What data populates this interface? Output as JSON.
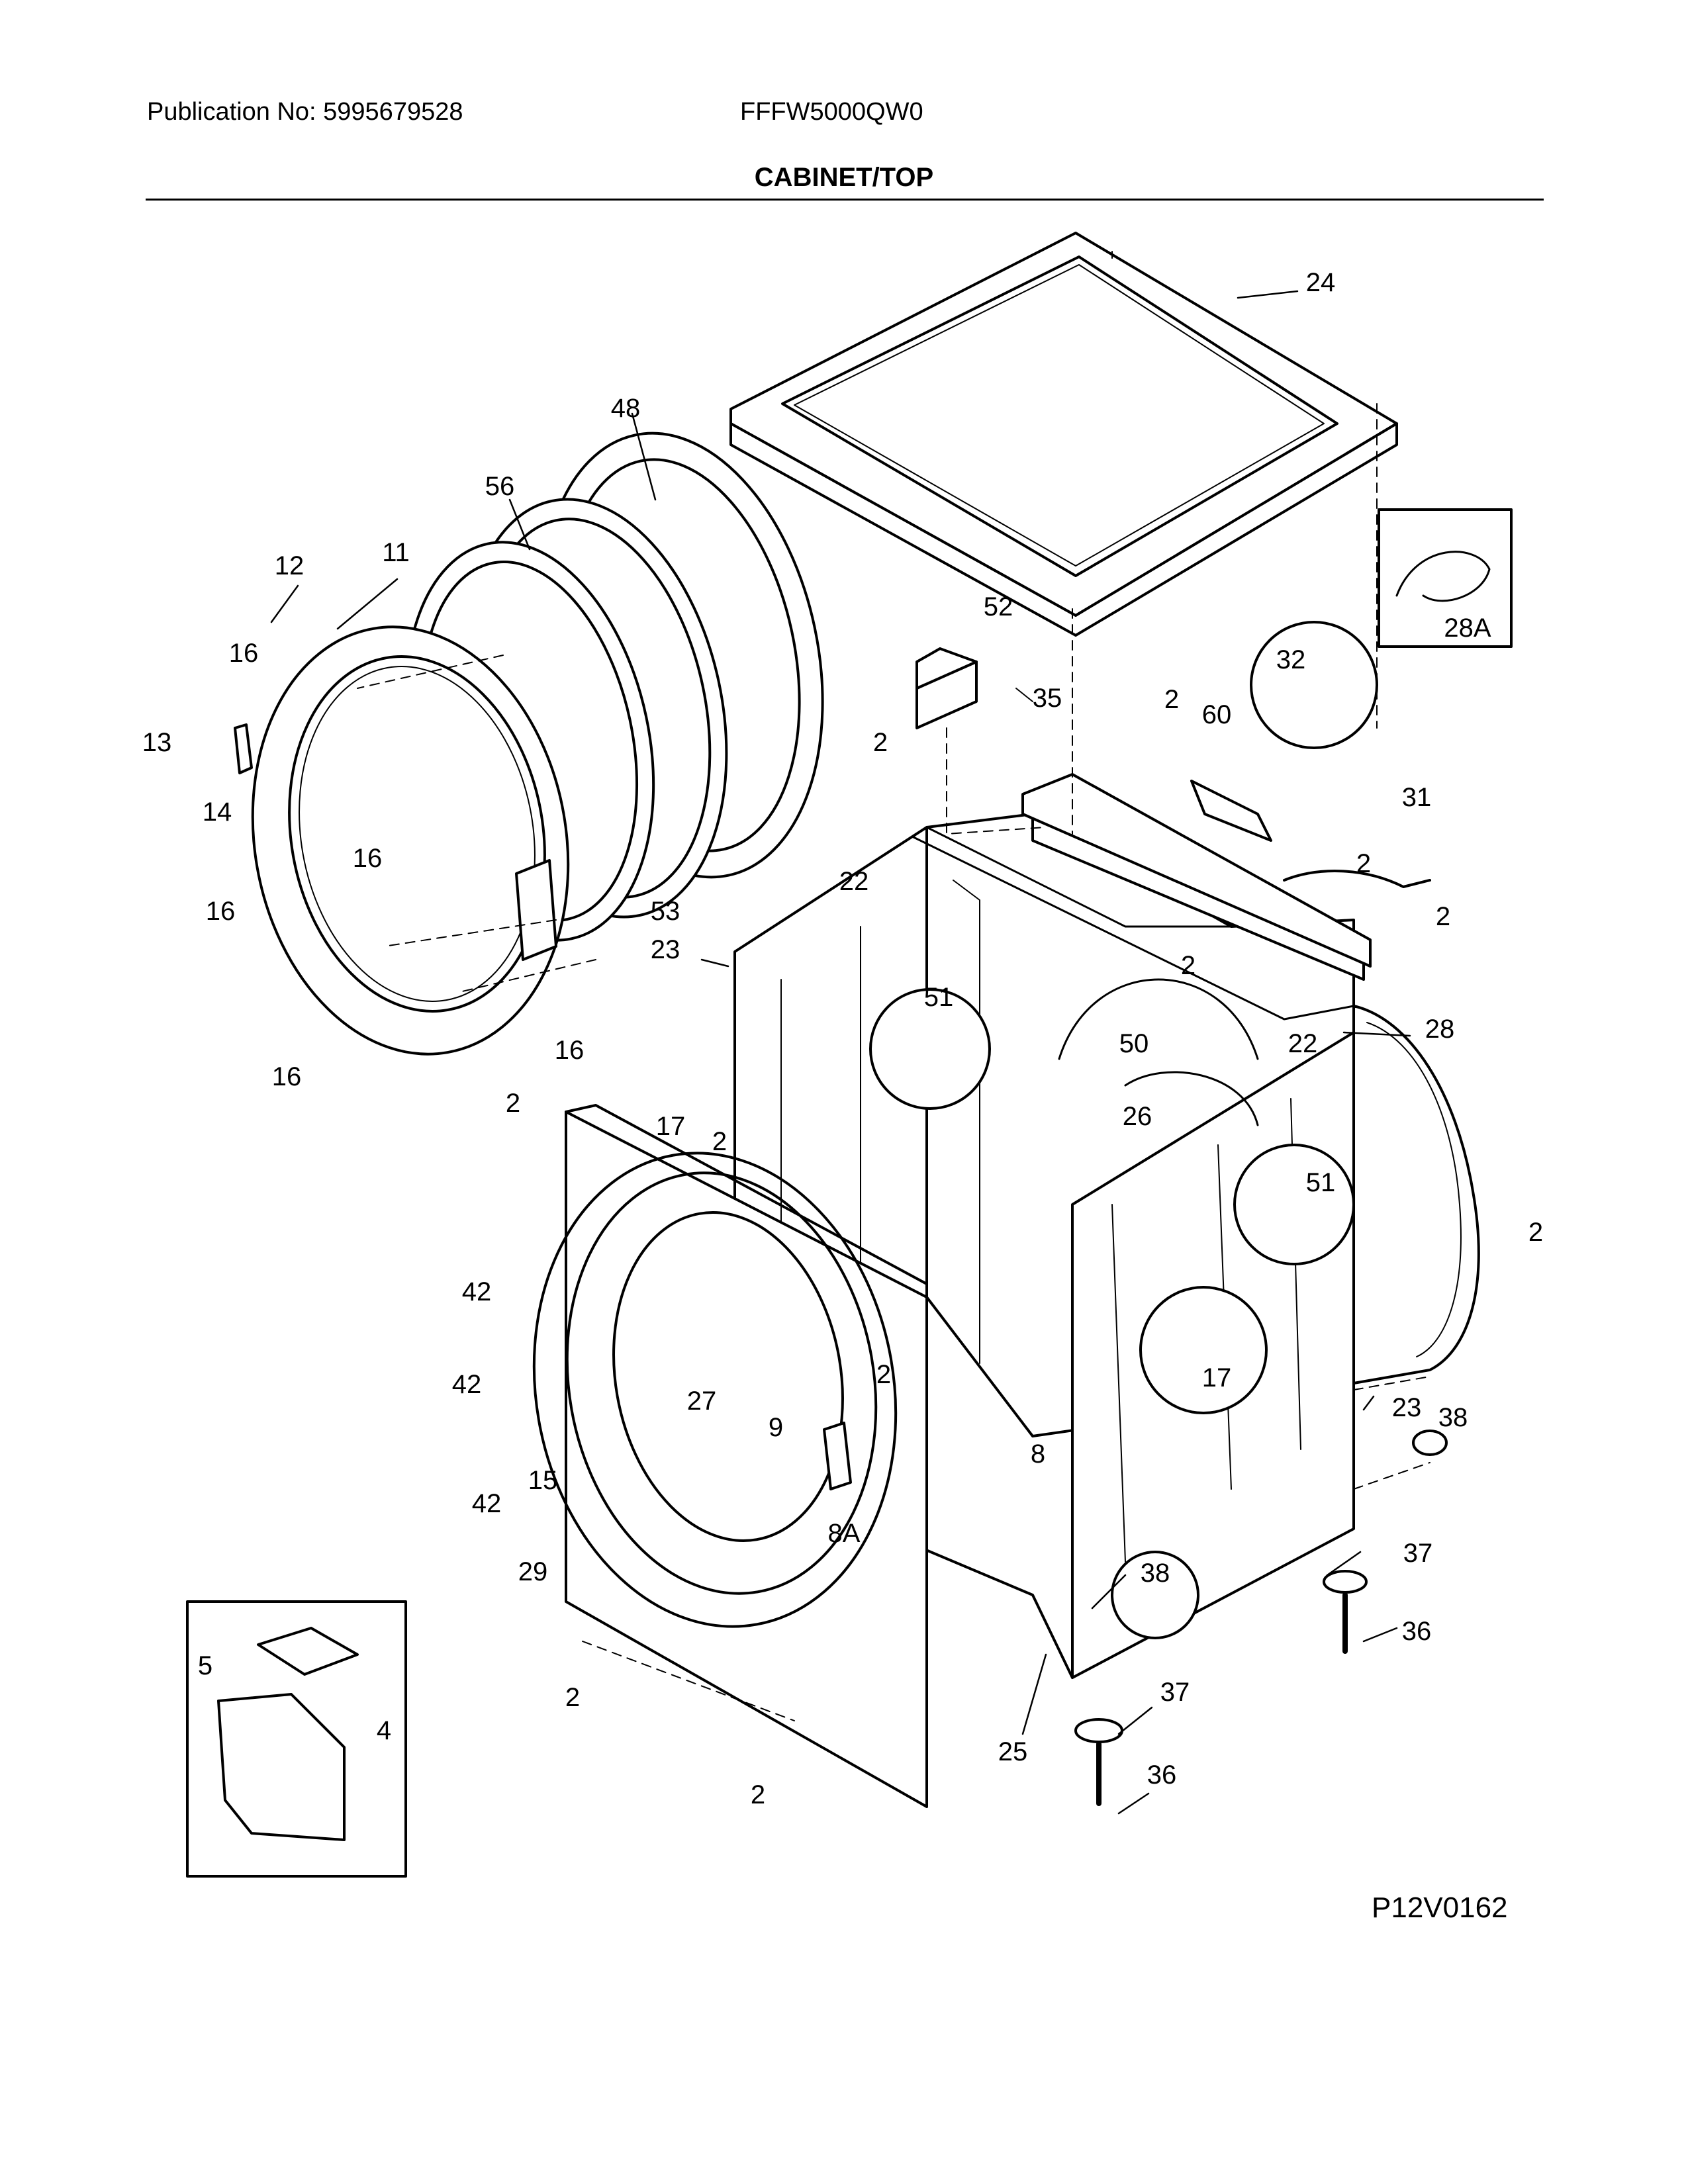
{
  "header": {
    "publication": "Publication No: 5995679528",
    "model": "FFFW5000QW0",
    "title": "CABINET/TOP"
  },
  "footer": {
    "diagram_ref": "P12V0162"
  },
  "callouts": [
    {
      "id": "c24",
      "text": "24"
    },
    {
      "id": "c48",
      "text": "48"
    },
    {
      "id": "c56",
      "text": "56"
    },
    {
      "id": "c12",
      "text": "12"
    },
    {
      "id": "c11",
      "text": "11"
    },
    {
      "id": "c16a",
      "text": "16"
    },
    {
      "id": "c13",
      "text": "13"
    },
    {
      "id": "c14",
      "text": "14"
    },
    {
      "id": "c16b",
      "text": "16"
    },
    {
      "id": "c16c",
      "text": "16"
    },
    {
      "id": "c53",
      "text": "53"
    },
    {
      "id": "c16d",
      "text": "16"
    },
    {
      "id": "c16e",
      "text": "16"
    },
    {
      "id": "c52",
      "text": "52"
    },
    {
      "id": "c2a",
      "text": "2"
    },
    {
      "id": "c22a",
      "text": "22"
    },
    {
      "id": "c35",
      "text": "35"
    },
    {
      "id": "c2b",
      "text": "2"
    },
    {
      "id": "c60",
      "text": "60"
    },
    {
      "id": "c32",
      "text": "32"
    },
    {
      "id": "c28a",
      "text": "28A"
    },
    {
      "id": "c31",
      "text": "31"
    },
    {
      "id": "c2c",
      "text": "2"
    },
    {
      "id": "c2d",
      "text": "2"
    },
    {
      "id": "c23a",
      "text": "23"
    },
    {
      "id": "c51a",
      "text": "51"
    },
    {
      "id": "c2e",
      "text": "2"
    },
    {
      "id": "c28",
      "text": "28"
    },
    {
      "id": "c50",
      "text": "50"
    },
    {
      "id": "c22b",
      "text": "22"
    },
    {
      "id": "c2f",
      "text": "2"
    },
    {
      "id": "c17a",
      "text": "17"
    },
    {
      "id": "c26",
      "text": "26"
    },
    {
      "id": "c2g",
      "text": "2"
    },
    {
      "id": "c51b",
      "text": "51"
    },
    {
      "id": "c2h",
      "text": "2"
    },
    {
      "id": "c42a",
      "text": "42"
    },
    {
      "id": "c42b",
      "text": "42"
    },
    {
      "id": "c27",
      "text": "27"
    },
    {
      "id": "c2i",
      "text": "2"
    },
    {
      "id": "c17b",
      "text": "17"
    },
    {
      "id": "c23b",
      "text": "23"
    },
    {
      "id": "c38a",
      "text": "38"
    },
    {
      "id": "c9",
      "text": "9"
    },
    {
      "id": "c8",
      "text": "8"
    },
    {
      "id": "c15",
      "text": "15"
    },
    {
      "id": "c42c",
      "text": "42"
    },
    {
      "id": "c8a",
      "text": "8A"
    },
    {
      "id": "c29",
      "text": "29"
    },
    {
      "id": "c37a",
      "text": "37"
    },
    {
      "id": "c38b",
      "text": "38"
    },
    {
      "id": "c36a",
      "text": "36"
    },
    {
      "id": "c5",
      "text": "5"
    },
    {
      "id": "c2j",
      "text": "2"
    },
    {
      "id": "c4",
      "text": "4"
    },
    {
      "id": "c37b",
      "text": "37"
    },
    {
      "id": "c25",
      "text": "25"
    },
    {
      "id": "c36b",
      "text": "36"
    },
    {
      "id": "c2k",
      "text": "2"
    }
  ]
}
